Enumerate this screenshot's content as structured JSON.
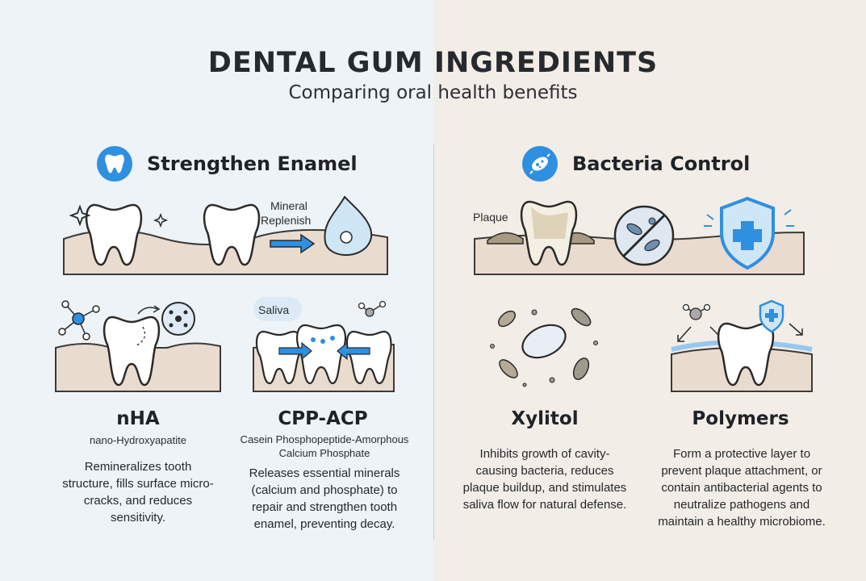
{
  "header": {
    "title": "DENTAL GUM INGREDIENTS",
    "subtitle": "Comparing oral health benefits"
  },
  "sections": {
    "enamel": {
      "title": "Strengthen Enamel",
      "icon": "tooth-icon",
      "banner_label": "Mineral Replenish"
    },
    "bacteria": {
      "title": "Bacteria Control",
      "icon": "bacteria-icon",
      "banner_label": "Plaque"
    }
  },
  "cards": {
    "nha": {
      "name": "nHA",
      "full_name": "nano-Hydroxyapatite",
      "description": "Remineralizes tooth structure, fills surface micro-cracks, and reduces sensitivity."
    },
    "cpp": {
      "name": "CPP-ACP",
      "full_name": "Casein Phosphopeptide-Amorphous Calcium Phosphate",
      "label": "Saliva",
      "description": "Releases essential minerals (calcium and phosphate) to repair and strengthen tooth enamel, preventing decay."
    },
    "xylitol": {
      "name": "Xylitol",
      "description": "Inhibits growth of cavity-causing bacteria, reduces plaque buildup, and stimulates saliva flow for natural defense."
    },
    "polymers": {
      "name": "Polymers",
      "description": "Form a protective layer to prevent plaque attachment, or contain antibacterial agents to neutralize pathogens and maintain a healthy microbiome."
    }
  },
  "colors": {
    "accent": "#2f8fe0",
    "gum": "#eadbcf",
    "left_bg": "#eef3f7",
    "right_bg": "#f2ede6"
  }
}
